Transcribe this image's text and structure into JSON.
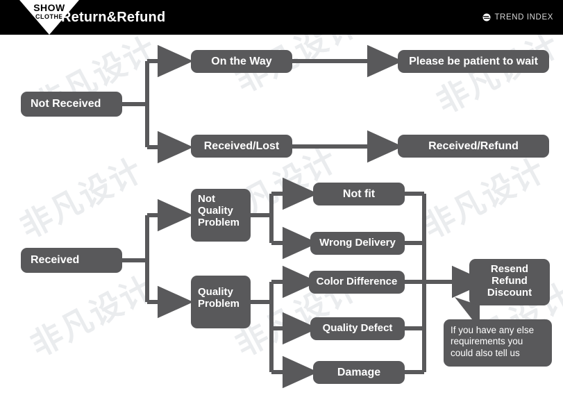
{
  "header": {
    "logo": {
      "line1": "SHOW",
      "line2": "CLOTHE",
      "icon": "triangle-logo"
    },
    "title": "Return&Refund",
    "brand": {
      "label": "TREND INDEX",
      "icon": "globe-icon"
    },
    "background": "#000000",
    "text_color": "#ffffff"
  },
  "theme": {
    "node_fill": "#59595b",
    "node_text": "#ffffff",
    "wire_color": "#59595b",
    "canvas_background": "#ffffff",
    "watermark_color": "#e9ebee"
  },
  "watermarks": [
    "非凡设计",
    "非凡设计",
    "非凡设计",
    "非凡设计",
    "非凡设计",
    "非凡设计",
    "非凡设计",
    "非凡设计",
    "非凡设计"
  ],
  "flow_top": {
    "root": {
      "label": "Not Received"
    },
    "branches": [
      {
        "label": "On the Way",
        "outcome": "Please be patient to wait"
      },
      {
        "label": "Received/Lost",
        "outcome": "Received/Refund"
      }
    ]
  },
  "flow_bottom": {
    "root": {
      "label": "Received"
    },
    "categories": [
      {
        "label": "Not\nQuality\nProblem",
        "lines": [
          "Not",
          "Quality",
          "Problem"
        ]
      },
      {
        "label": "Quality\nProblem",
        "lines": [
          "Quality",
          "Problem"
        ]
      }
    ],
    "reasons": [
      {
        "label": "Not fit",
        "parent": "Not Quality Problem"
      },
      {
        "label": "Wrong Delivery",
        "parent": "Not Quality Problem"
      },
      {
        "label": "Color Difference",
        "parent": "Quality Problem"
      },
      {
        "label": "Quality Defect",
        "parent": "Quality Problem"
      },
      {
        "label": "Damage",
        "parent": "Quality Problem"
      }
    ],
    "resolution": {
      "lines": [
        "Resend",
        "Refund",
        "Discount"
      ]
    },
    "note": "If you have any else requirements you could also tell us"
  }
}
